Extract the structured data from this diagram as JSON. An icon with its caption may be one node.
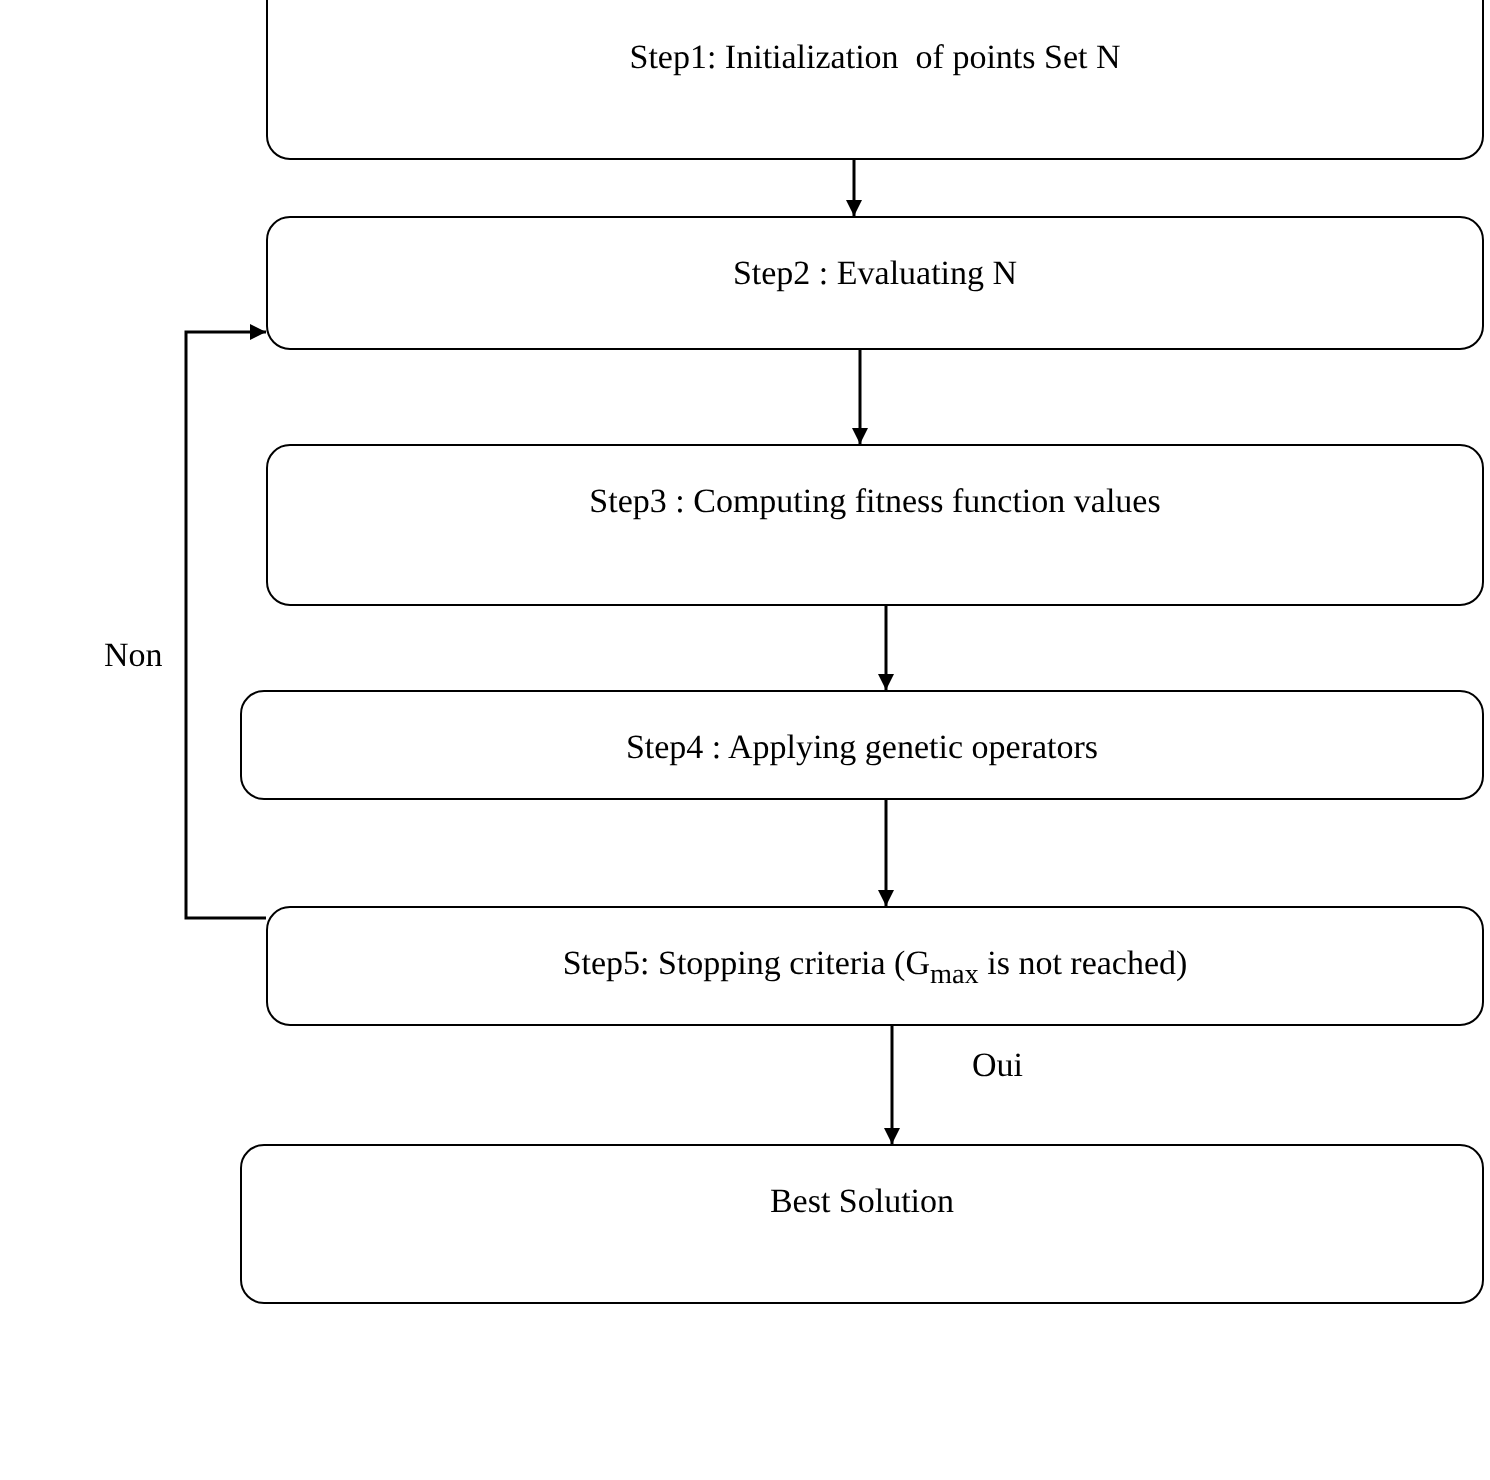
{
  "diagram": {
    "nodes": [
      {
        "text": [
          "Step1: Initialization  of points Set N"
        ]
      },
      {
        "text": [
          "Step2 : Evaluating N"
        ]
      },
      {
        "text": [
          "Step3 : Computing fitness function values"
        ]
      },
      {
        "text": [
          "Step4 : Applying genetic operators"
        ]
      },
      {
        "text": [
          "Step5: Stopping criteria (G$_{max}$ is not reached)"
        ]
      },
      {
        "text": [
          "Best Solution"
        ]
      }
    ],
    "edges": [
      {
        "from": 0,
        "to": 1,
        "arrow": "to"
      },
      {
        "from": 1,
        "to": 2,
        "arrow": "to"
      },
      {
        "from": 2,
        "to": 3,
        "arrow": "to"
      },
      {
        "from": 3,
        "to": 4,
        "arrow": "to"
      },
      {
        "from": 4,
        "to": 5,
        "arrow": "to",
        "label": "Oui"
      },
      {
        "from": 4,
        "to": 1,
        "arrow": "to",
        "label": "Non"
      }
    ]
  }
}
